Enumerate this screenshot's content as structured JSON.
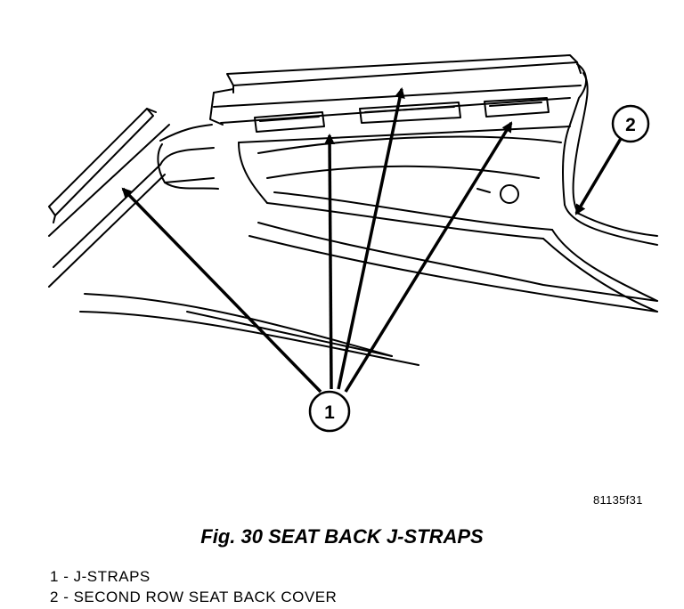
{
  "figure": {
    "callouts": [
      "1",
      "2"
    ],
    "id_code": "81135f31",
    "caption": "Fig. 30 SEAT BACK J-STRAPS"
  },
  "legend": {
    "items": [
      {
        "number": "1",
        "separator": " - ",
        "label": "J-STRAPS"
      },
      {
        "number": "2",
        "separator": " - ",
        "label": "SECOND ROW SEAT BACK COVER"
      }
    ]
  }
}
